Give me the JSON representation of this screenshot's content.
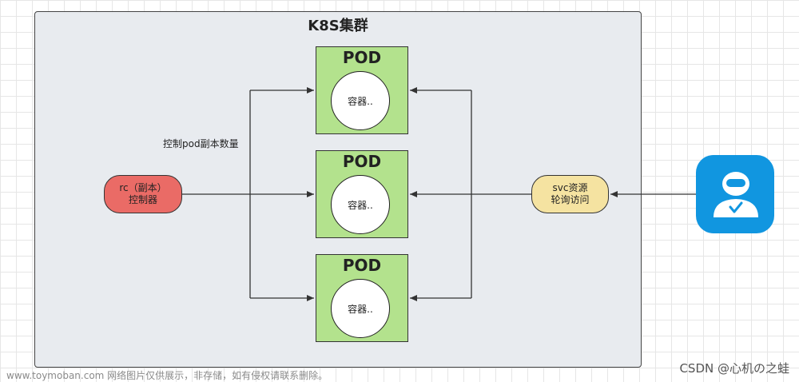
{
  "cluster": {
    "title": "K8S集群"
  },
  "pods": [
    {
      "title": "POD",
      "container": "容器.."
    },
    {
      "title": "POD",
      "container": "容器.."
    },
    {
      "title": "POD",
      "container": "容器.."
    }
  ],
  "rc": {
    "line1": "rc（副本）",
    "line2": "控制器"
  },
  "svc": {
    "line1": "svc资源",
    "line2": "轮询访问"
  },
  "edge_label": "控制pod副本数量",
  "user": {
    "icon": "user-avatar-icon",
    "color": "#1196e0"
  },
  "watermark": {
    "left": "www.toymoban.com 网络图片仅供展示，非存储，如有侵权请联系删除。",
    "right": "CSDN @心机の之蛙"
  },
  "colors": {
    "cluster_bg": "#e8ebef",
    "pod_bg": "#b3e28d",
    "rc_bg": "#ea6b66",
    "svc_bg": "#f5e3a1",
    "user_bg": "#1196e0"
  }
}
